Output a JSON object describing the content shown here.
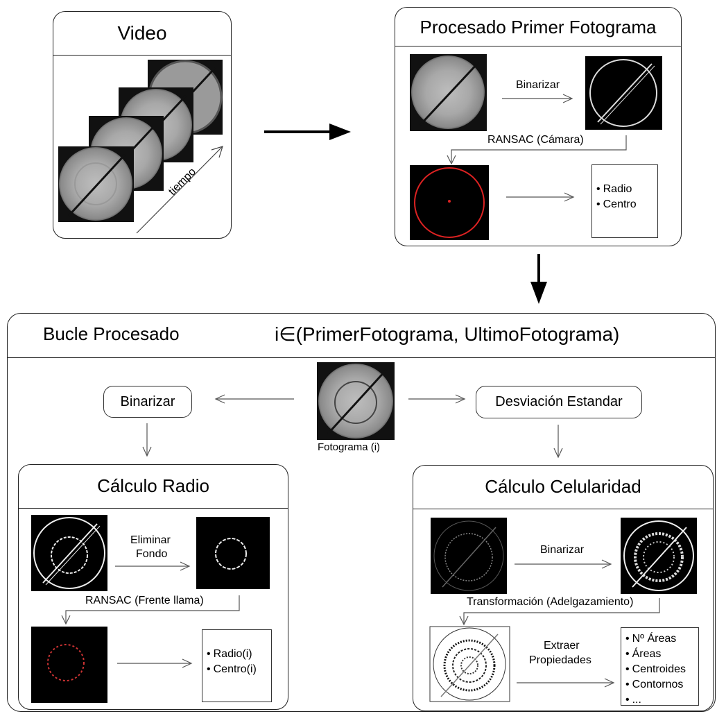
{
  "video": {
    "title": "Video",
    "time_label": "tiempo"
  },
  "first_frame": {
    "title": "Procesado Primer Fotograma",
    "binarize_label": "Binarizar",
    "ransac_label": "RANSAC (Cámara)",
    "outputs": [
      "Radio",
      "Centro"
    ]
  },
  "loop": {
    "title": "Bucle Procesado",
    "range": "i∈(PrimerFotograma, UltimoFotograma)",
    "frame_caption": "Fotograma (i)",
    "binarize_button": "Binarizar",
    "stddev_button": "Desviación Estandar"
  },
  "radius": {
    "title": "Cálculo Radio",
    "remove_bg_label_1": "Eliminar",
    "remove_bg_label_2": "Fondo",
    "ransac_label": "RANSAC (Frente llama)",
    "outputs": [
      "Radio(i)",
      "Centro(i)"
    ]
  },
  "cellularity": {
    "title": "Cálculo Celularidad",
    "binarize_label": "Binarizar",
    "transform_label": "Transformación (Adelgazamiento)",
    "extract_label_1": "Extraer",
    "extract_label_2": "Propiedades",
    "outputs": [
      "Nº Áreas",
      "Áreas",
      "Centroides",
      "Contornos",
      "..."
    ]
  }
}
